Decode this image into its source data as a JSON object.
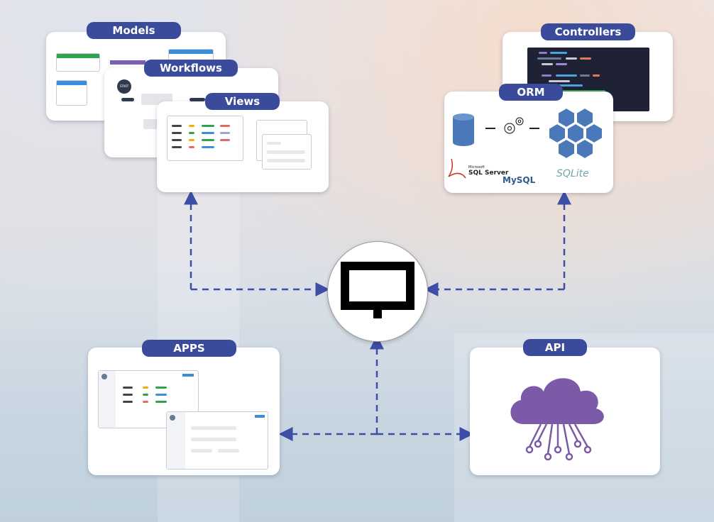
{
  "labels": {
    "models": "Models",
    "workflows": "Workflows",
    "views": "Views",
    "controllers": "Controllers",
    "orm": "ORM",
    "apps": "APPS",
    "api": "API"
  },
  "db_logos": {
    "sqlserver_top": "Microsoft",
    "sqlserver": "SQL Server",
    "mysql": "MySQL",
    "sqlite": "SQLite"
  },
  "workflow_start": "START",
  "colors": {
    "pill": "#3a4b9c",
    "arrow": "#3d4ea6",
    "hex": "#4a78b8",
    "cloud": "#7b5aa8",
    "code_bg": "#1f2235"
  },
  "icons": [
    "logo-icon",
    "database-icon",
    "gear-icon",
    "hexagon-cluster-icon",
    "cloud-icon"
  ]
}
